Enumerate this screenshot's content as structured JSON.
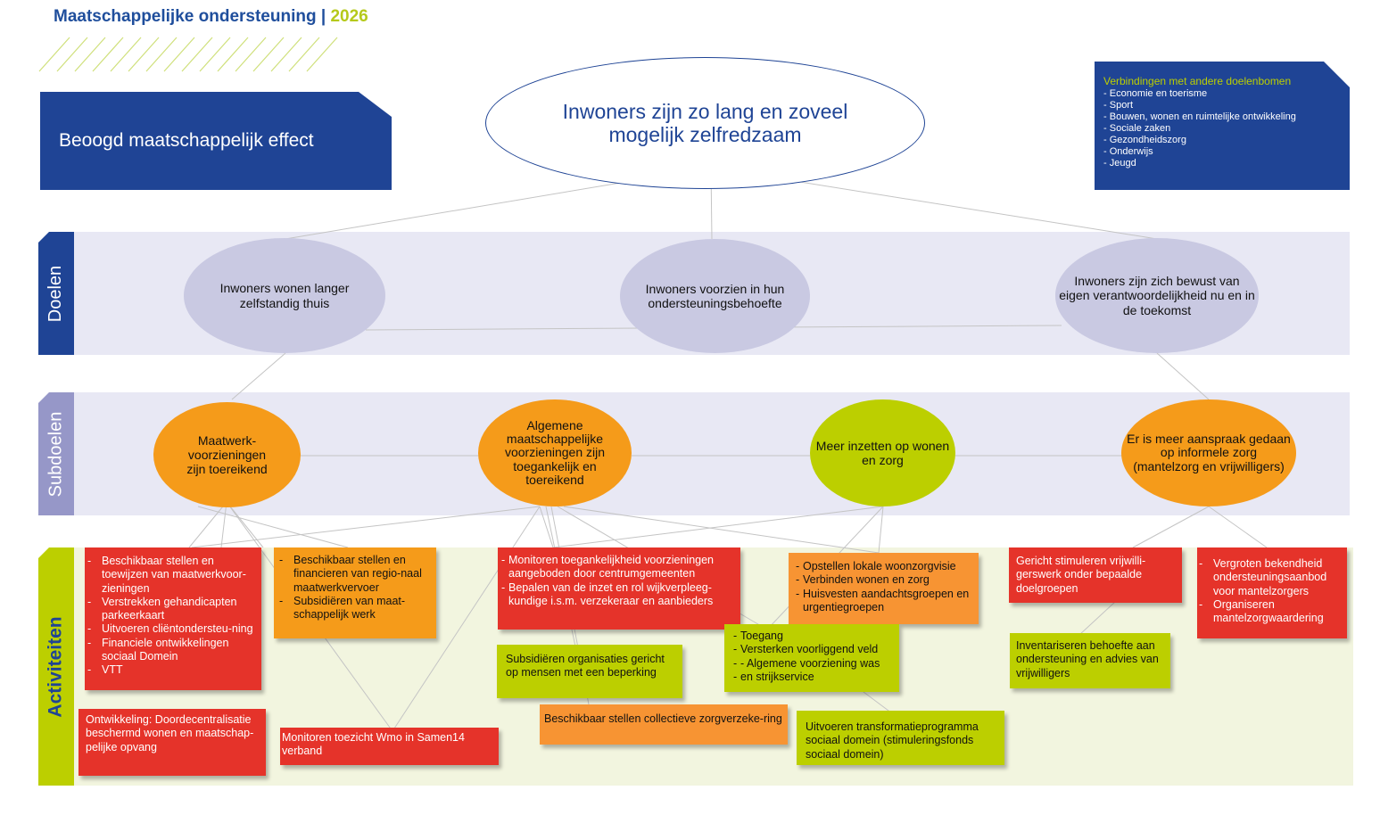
{
  "header": {
    "title": "Maatschappelijke ondersteuning",
    "separator": "|",
    "year": "2026"
  },
  "effect_label": "Beoogd maatschappelijk effect",
  "main_goal": "Inwoners zijn zo lang en zoveel mogelijk zelfredzaam",
  "connections": {
    "title": "Verbindingen met andere doelenbomen",
    "items": [
      "Economie en toerisme",
      "Sport",
      "Bouwen, wonen en ruimtelijke ontwikkeling",
      "Sociale zaken",
      "Gezondheidszorg",
      "Onderwijs",
      "Jeugd"
    ]
  },
  "bands": {
    "doelen": "Doelen",
    "subdoelen": "Subdoelen",
    "activiteiten": "Activiteiten"
  },
  "doelen": [
    "Inwoners wonen langer zelfstandig thuis",
    "Inwoners voorzien in hun ondersteuningsbehoefte",
    "Inwoners zijn zich bewust van eigen verantwoordelijkheid nu en in de toekomst"
  ],
  "subdoelen": [
    "Maatwerk-voorzieningen zijn toereikend",
    "Algemene maatschappelijke voorzieningen zijn toegankelijk en toereikend",
    "Meer inzetten op wonen en zorg",
    "Er is meer aanspraak gedaan op informele zorg (mantelzorg en vrijwilligers)"
  ],
  "activiteiten": {
    "a1": [
      "Beschikbaar stellen en toewijzen van maatwerkvoor-zieningen",
      "Verstrekken gehandicapten parkeerkaart",
      "Uitvoeren cliëntondersteu-ning",
      "Financiele ontwikkelingen sociaal Domein",
      "VTT"
    ],
    "a2": "Ontwikkeling: Doordecentralisatie beschermd wonen en maatschap-pelijke opvang",
    "a3": [
      "Beschikbaar stellen en financieren van regio-naal maatwerkvervoer",
      "Subsidiëren van maat-schappelijk werk"
    ],
    "a4": "Monitoren toezicht Wmo in Samen14 verband",
    "a5": [
      "Monitoren toegankelijkheid voorzieningen aangeboden door centrumgemeenten",
      "Bepalen van de inzet en rol wijkverpleeg-kundige i.s.m. verzekeraar en aanbieders"
    ],
    "a6": "Subsidiëren organisaties gericht op mensen met een beperking",
    "a7": "Beschikbaar stellen collectieve zorgverzeke-ring",
    "a8": [
      "Opstellen lokale woonzorgvisie",
      "Verbinden wonen en zorg",
      "Huisvesten aandachtsgroepen en urgentiegroepen"
    ],
    "a9": [
      "Toegang",
      "Versterken voorliggend veld",
      "- Algemene voorziening was",
      "en strijkservice"
    ],
    "a10": "Uitvoeren transformatieprogramma sociaal domein (stimuleringsfonds sociaal domein)",
    "a11": "Gericht stimuleren vrijwilli-gerswerk onder bepaalde doelgroepen",
    "a12": "Inventariseren behoefte aan ondersteuning en advies van vrijwilligers",
    "a13": [
      "Vergroten bekendheid ondersteuningsaanbod voor mantelzorgers",
      "Organiseren mantelzorgwaardering"
    ]
  },
  "colors": {
    "navy": "#1f4495",
    "lavender_band": "#e8e8f4",
    "doel_ellipse": "#c9c9e2",
    "activity_band": "#f2f5df",
    "activity_tab": "#bccf00",
    "subdoel_tab": "#9697c8",
    "orange": "#f59b1a",
    "lime": "#bccf00",
    "red": "#e5332a"
  }
}
